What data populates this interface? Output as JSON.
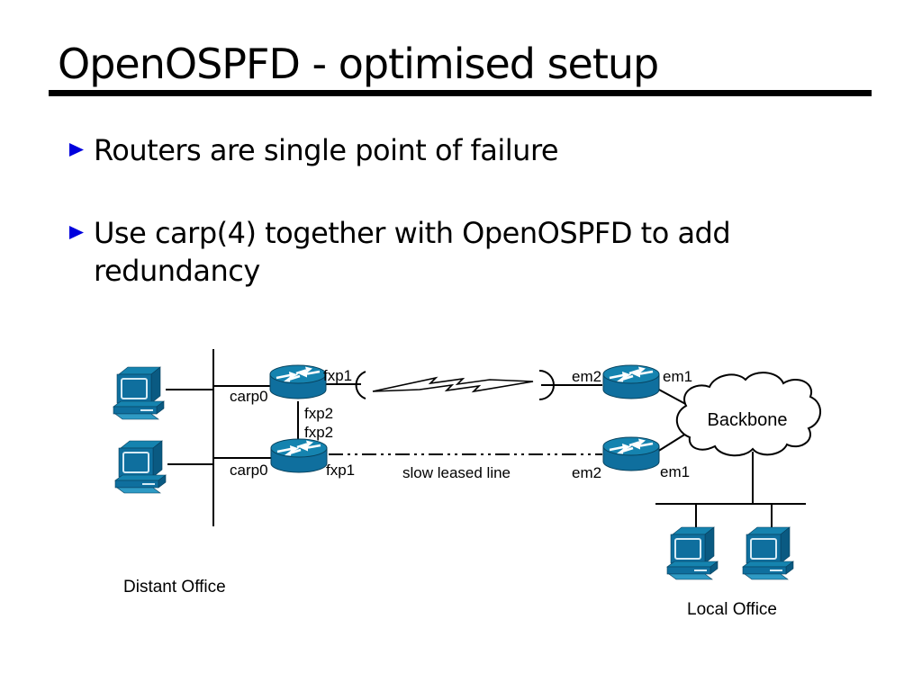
{
  "slide": {
    "title": "OpenOSPFD - optimised setup",
    "bullets": [
      {
        "lines": [
          "Routers are single point of failure"
        ]
      },
      {
        "lines": [
          "Use carp(4) together with OpenOSPFD to add",
          "redundancy"
        ]
      }
    ]
  },
  "diagram": {
    "labels": {
      "carp0_top": "carp0",
      "fxp1_top": "fxp1",
      "fxp2_top": "fxp2",
      "fxp2_bottom": "fxp2",
      "carp0_bottom": "carp0",
      "fxp1_bottom": "fxp1",
      "slow_leased_line": "slow leased line",
      "em2_top": "em2",
      "em1_top": "em1",
      "em2_bottom": "em2",
      "em1_bottom": "em1",
      "backbone": "Backbone",
      "distant_office": "Distant Office",
      "local_office": "Local Office"
    },
    "colors": {
      "device_top": "#1583AF",
      "device_body": "#0F6F9E",
      "device_side": "#0A5A82",
      "device_light": "#2E9AC4",
      "screen_line": "#D6EAF4",
      "line": "#000000"
    }
  },
  "colors": {
    "bullet": "#0000DD",
    "rule": "#000000"
  }
}
